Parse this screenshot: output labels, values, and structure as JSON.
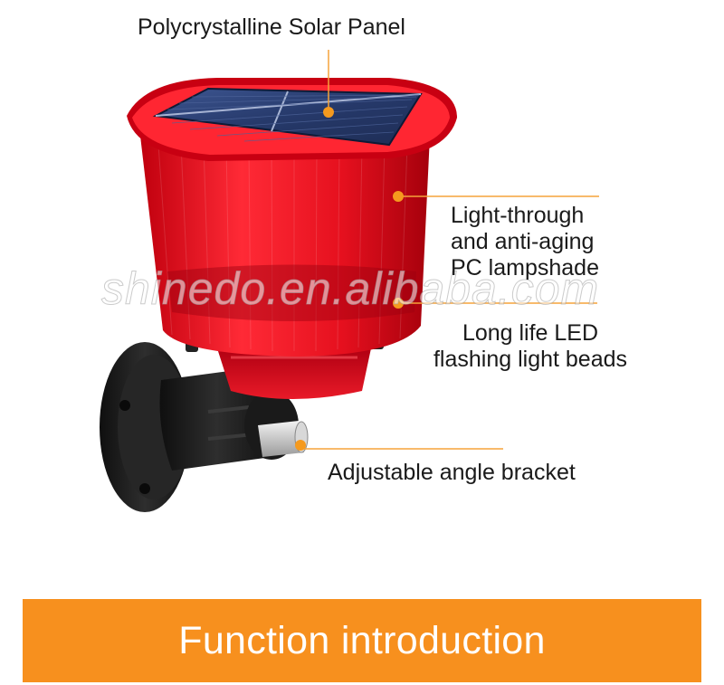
{
  "callouts": {
    "solar_panel": "Polycrystalline Solar Panel",
    "lampshade": [
      "Light-through",
      "and anti-aging",
      "PC lampshade"
    ],
    "led": [
      "Long life LED",
      "flashing light beads"
    ],
    "bracket": "Adjustable angle bracket"
  },
  "watermark": "shinedo.en.alibaba.com",
  "banner": {
    "title": "Function introduction"
  },
  "colors": {
    "accent": "#f7901e",
    "lamp_red": "#e8101c",
    "bracket_black": "#1c1c1c",
    "panel_blue": "#2b3f73"
  }
}
